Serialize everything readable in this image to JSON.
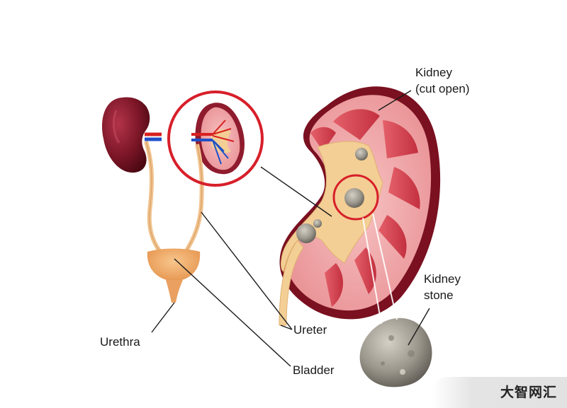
{
  "labels": {
    "kidney_line1": "Kidney",
    "kidney_line2": "(cut open)",
    "stone_line1": "Kidney",
    "stone_line2": "stone",
    "ureter": "Ureter",
    "urethra": "Urethra",
    "bladder": "Bladder"
  },
  "watermark": "大智网汇",
  "colors": {
    "highlight_ring": "#d71f2a",
    "kidney_outer": "#7a1020",
    "kidney_tissue": "#d8525e",
    "pelvis": "#f3cf95",
    "stone": "#9c978c",
    "bladder": "#f0a860",
    "artery": "#d82020",
    "vein": "#2050c8"
  }
}
